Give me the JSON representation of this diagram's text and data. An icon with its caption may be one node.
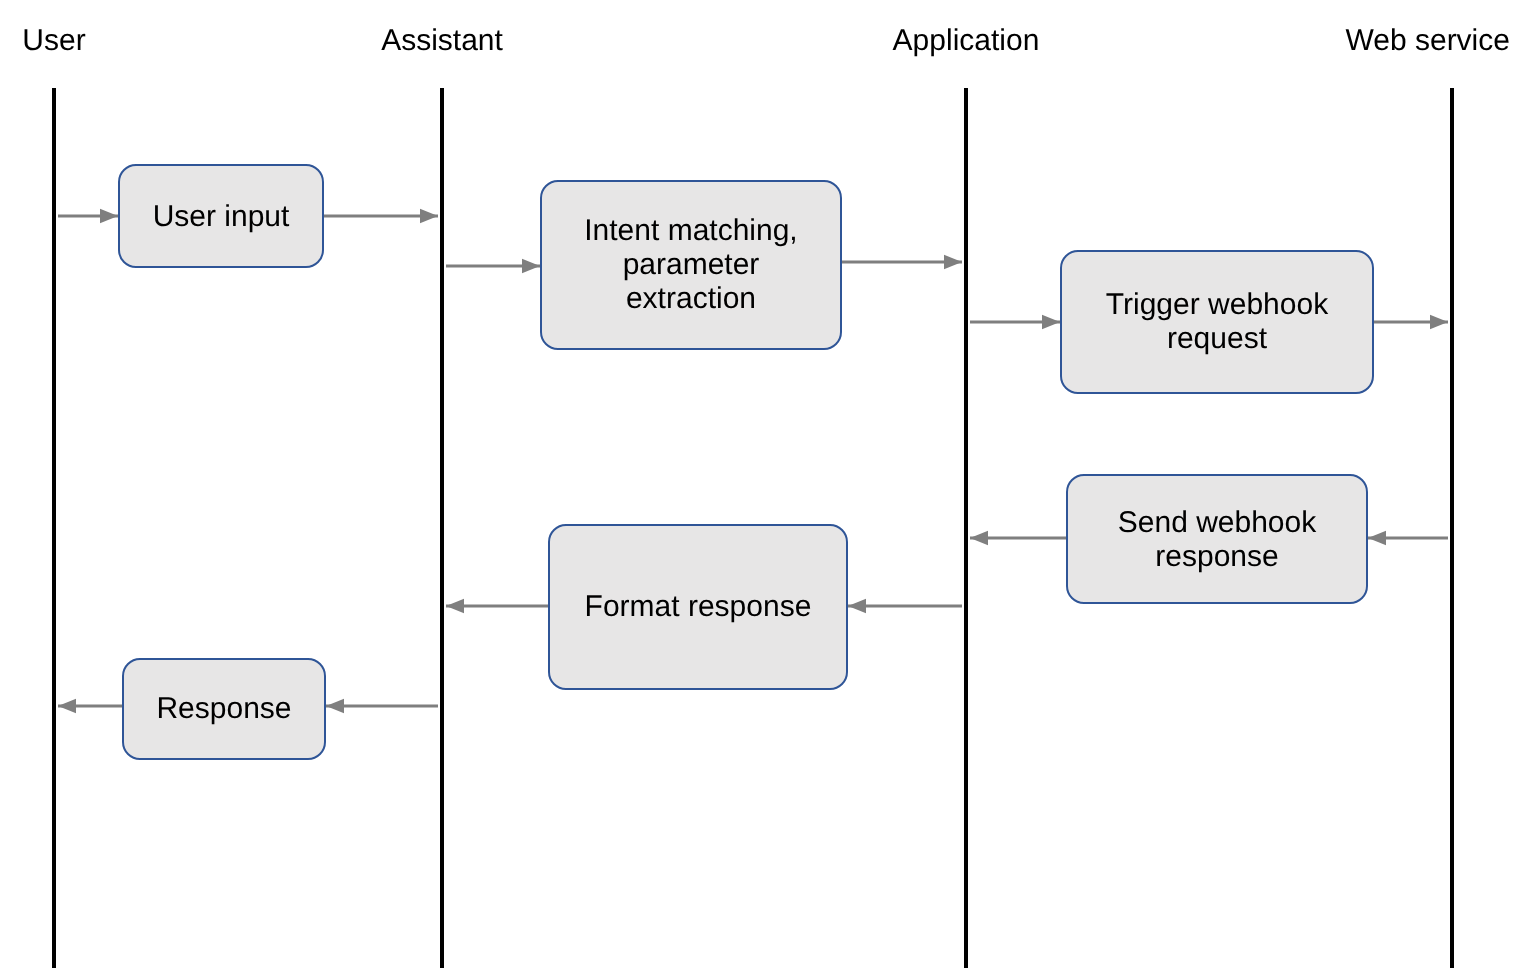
{
  "diagram": {
    "nodes": [
      {
        "text": [
          "User"
        ]
      },
      {
        "text": [
          "Assistant"
        ]
      },
      {
        "text": [
          "Application"
        ]
      },
      {
        "text": [
          "Web service"
        ]
      },
      {
        "text": [
          "User input"
        ]
      },
      {
        "text": [
          "Intent matching, parameter extraction"
        ]
      },
      {
        "text": [
          "Trigger webhook request"
        ]
      },
      {
        "text": [
          "Send webhook response"
        ]
      },
      {
        "text": [
          "Format response"
        ]
      },
      {
        "text": [
          "Response"
        ]
      }
    ],
    "edges": [
      {
        "from": 0,
        "to": 4,
        "arrow": "to"
      },
      {
        "from": 4,
        "to": 1,
        "arrow": "to"
      },
      {
        "from": 1,
        "to": 5,
        "arrow": "to"
      },
      {
        "from": 5,
        "to": 2,
        "arrow": "to"
      },
      {
        "from": 2,
        "to": 6,
        "arrow": "to"
      },
      {
        "from": 6,
        "to": 3,
        "arrow": "to"
      },
      {
        "from": 3,
        "to": 7,
        "arrow": "to"
      },
      {
        "from": 7,
        "to": 2,
        "arrow": "to"
      },
      {
        "from": 2,
        "to": 8,
        "arrow": "to"
      },
      {
        "from": 8,
        "to": 1,
        "arrow": "to"
      },
      {
        "from": 1,
        "to": 9,
        "arrow": "to"
      },
      {
        "from": 9,
        "to": 0,
        "arrow": "to"
      }
    ]
  }
}
